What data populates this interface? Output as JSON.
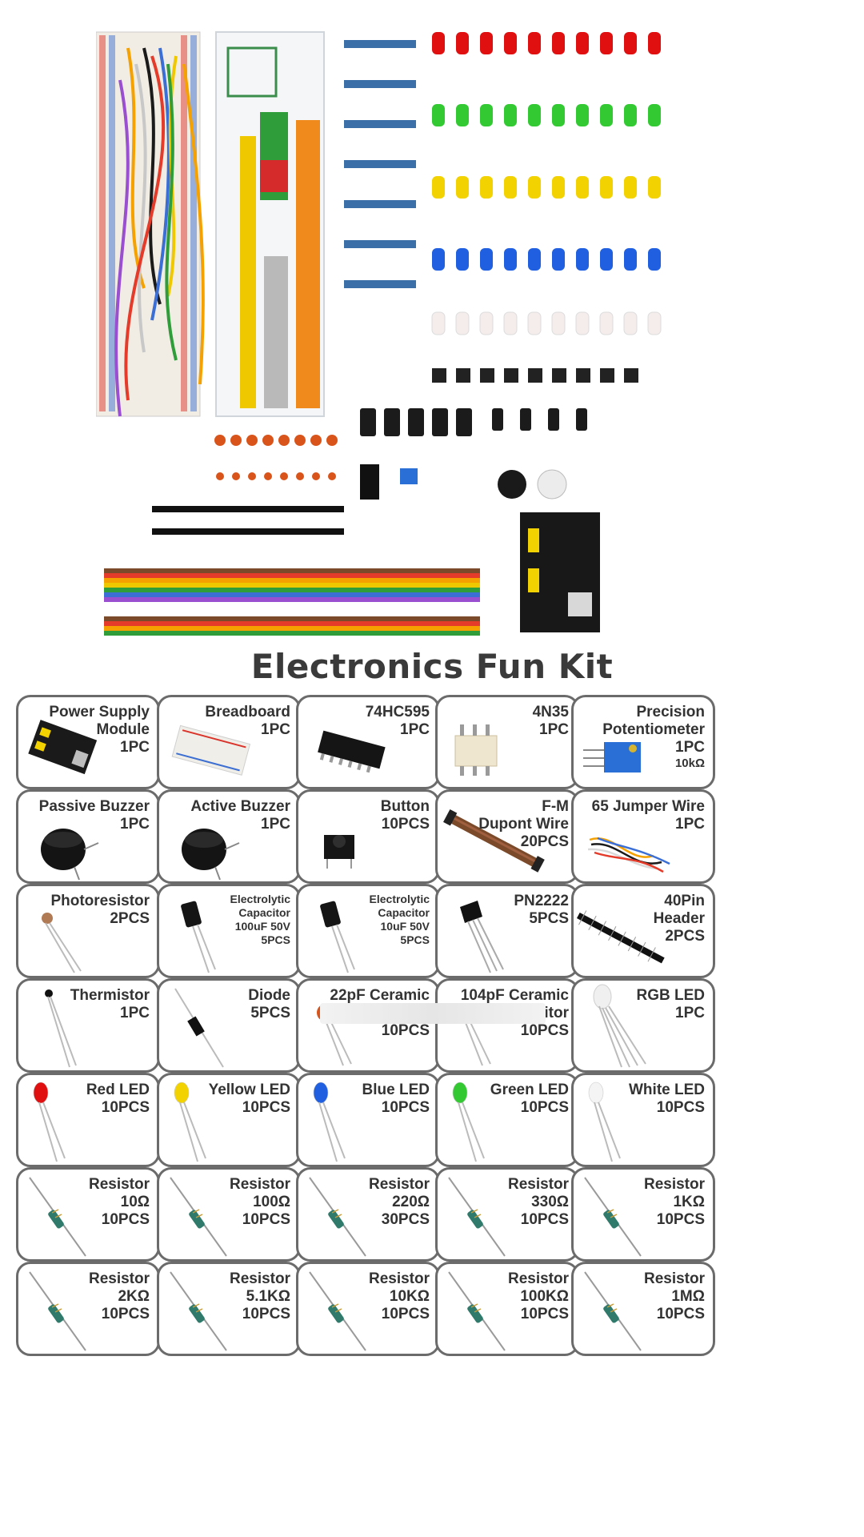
{
  "kit_title": "Electronics Fun Kit",
  "items": [
    {
      "lines": [
        "Power Supply",
        "Module",
        "1PC"
      ],
      "icon": "power-module"
    },
    {
      "lines": [
        "Breadboard",
        "1PC"
      ],
      "icon": "breadboard"
    },
    {
      "lines": [
        "74HC595",
        "1PC"
      ],
      "icon": "ic-chip"
    },
    {
      "lines": [
        "4N35",
        "1PC"
      ],
      "icon": "optocoupler"
    },
    {
      "lines": [
        "Precision",
        "Potentiometer",
        "1PC",
        "10kΩ"
      ],
      "icon": "potentiometer"
    },
    {
      "lines": [
        "Passive Buzzer",
        "1PC"
      ],
      "icon": "buzzer"
    },
    {
      "lines": [
        "Active Buzzer",
        "1PC"
      ],
      "icon": "buzzer"
    },
    {
      "lines": [
        "Button",
        "10PCS"
      ],
      "icon": "button"
    },
    {
      "lines": [
        "F-M",
        "Dupont Wire",
        "20PCS"
      ],
      "icon": "dupont-wire"
    },
    {
      "lines": [
        "65 Jumper Wire",
        "1PC"
      ],
      "icon": "jumper-wire"
    },
    {
      "lines": [
        "Photoresistor",
        "2PCS"
      ],
      "icon": "photoresistor"
    },
    {
      "lines": [
        "Electrolytic",
        "Capacitor",
        "100uF 50V",
        "5PCS"
      ],
      "icon": "capacitor",
      "small": true
    },
    {
      "lines": [
        "Electrolytic",
        "Capacitor",
        "10uF 50V",
        "5PCS"
      ],
      "icon": "capacitor",
      "small": true
    },
    {
      "lines": [
        "PN2222",
        "5PCS"
      ],
      "icon": "transistor"
    },
    {
      "lines": [
        "40Pin",
        "Header",
        "2PCS"
      ],
      "icon": "pin-header"
    },
    {
      "lines": [
        "Thermistor",
        "1PC"
      ],
      "icon": "thermistor"
    },
    {
      "lines": [
        "Diode",
        "5PCS"
      ],
      "icon": "diode"
    },
    {
      "lines": [
        "22pF Ceramic",
        "Capacitor",
        "10PCS"
      ],
      "icon": "ceramic-cap"
    },
    {
      "lines": [
        "104pF Ceramic",
        "Capacitor",
        "10PCS"
      ],
      "icon": "ceramic-cap"
    },
    {
      "lines": [
        "RGB LED",
        "1PC"
      ],
      "icon": "rgb-led"
    },
    {
      "lines": [
        "Red LED",
        "10PCS"
      ],
      "icon": "led",
      "color": "#e01010"
    },
    {
      "lines": [
        "Yellow LED",
        "10PCS"
      ],
      "icon": "led",
      "color": "#f2d200"
    },
    {
      "lines": [
        "Blue LED",
        "10PCS"
      ],
      "icon": "led",
      "color": "#1f5fe0"
    },
    {
      "lines": [
        "Green LED",
        "10PCS"
      ],
      "icon": "led",
      "color": "#33c933"
    },
    {
      "lines": [
        "White LED",
        "10PCS"
      ],
      "icon": "led",
      "color": "#f4f4f4"
    },
    {
      "lines": [
        "Resistor",
        "10Ω",
        "10PCS"
      ],
      "icon": "resistor"
    },
    {
      "lines": [
        "Resistor",
        "100Ω",
        "10PCS"
      ],
      "icon": "resistor"
    },
    {
      "lines": [
        "Resistor",
        "220Ω",
        "30PCS"
      ],
      "icon": "resistor"
    },
    {
      "lines": [
        "Resistor",
        "330Ω",
        "10PCS"
      ],
      "icon": "resistor"
    },
    {
      "lines": [
        "Resistor",
        "1KΩ",
        "10PCS"
      ],
      "icon": "resistor"
    },
    {
      "lines": [
        "Resistor",
        "2KΩ",
        "10PCS"
      ],
      "icon": "resistor"
    },
    {
      "lines": [
        "Resistor",
        "5.1KΩ",
        "10PCS"
      ],
      "icon": "resistor"
    },
    {
      "lines": [
        "Resistor",
        "10KΩ",
        "10PCS"
      ],
      "icon": "resistor"
    },
    {
      "lines": [
        "Resistor",
        "100KΩ",
        "10PCS"
      ],
      "icon": "resistor"
    },
    {
      "lines": [
        "Resistor",
        "1MΩ",
        "10PCS"
      ],
      "icon": "resistor"
    }
  ],
  "colors": {
    "card_border": "#6b6b6b",
    "title": "#3a3a3a",
    "led_red": "#e01010",
    "led_green": "#33c933",
    "led_yellow": "#f2d200",
    "led_blue": "#1f5fe0",
    "led_white": "#f4f4f4",
    "ceramic_cap": "#d9541a",
    "potentiometer": "#2a6fd6"
  }
}
